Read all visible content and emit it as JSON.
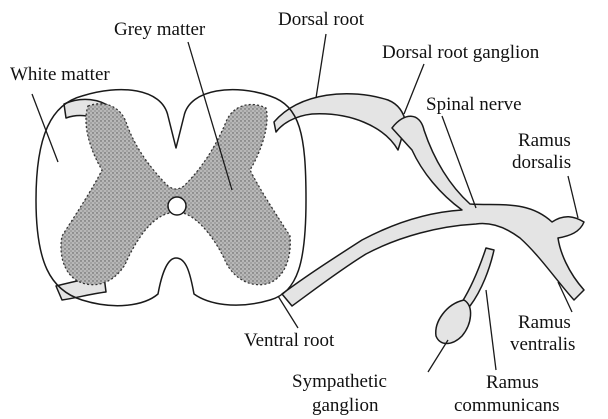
{
  "labels": {
    "grey_matter": "Grey matter",
    "white_matter": "White matter",
    "dorsal_root": "Dorsal root",
    "dorsal_root_ganglion": "Dorsal root ganglion",
    "spinal_nerve": "Spinal nerve",
    "ramus_dorsalis_1": "Ramus",
    "ramus_dorsalis_2": "dorsalis",
    "ramus_ventralis_1": "Ramus",
    "ramus_ventralis_2": "ventralis",
    "ventral_root": "Ventral root",
    "sympathetic_ganglion_1": "Sympathetic",
    "sympathetic_ganglion_2": "ganglion",
    "ramus_communicans_1": "Ramus",
    "ramus_communicans_2": "communicans"
  },
  "colors": {
    "nerve_fill": "#e4e4e4",
    "grey_matter_fill": "#9a9a9a",
    "outline": "#1a1a1a"
  }
}
